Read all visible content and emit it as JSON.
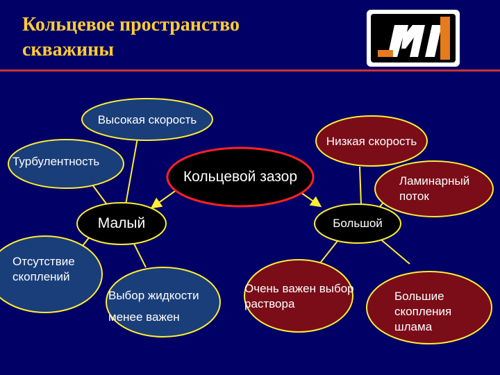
{
  "slide": {
    "title": "Кольцевое пространство скважины",
    "logo_text": "MI",
    "colors": {
      "background": "#000066",
      "title": "#ffcc33",
      "rule": "#cc3333",
      "node_blue": "#1a3e7a",
      "node_red": "#7a0d18",
      "node_black": "#000000",
      "outline_yellow": "#ffee33",
      "outline_red": "#ff2222",
      "connector": "#ffee33"
    }
  },
  "nodes": {
    "center": "Кольцевой зазор",
    "small": "Малый",
    "large": "Большой",
    "high_speed": "Высокая скорость",
    "turbulence": "Турбулентность",
    "no_accumulation": "Отсутствие скоплений",
    "fluid_choice": "Выбор жидкости менее важен",
    "low_speed": "Низкая скорость",
    "laminar": "Ламинарный поток",
    "very_important": "Очень важен выбор раствора",
    "large_accumulation": "Большие скопления шлама"
  }
}
